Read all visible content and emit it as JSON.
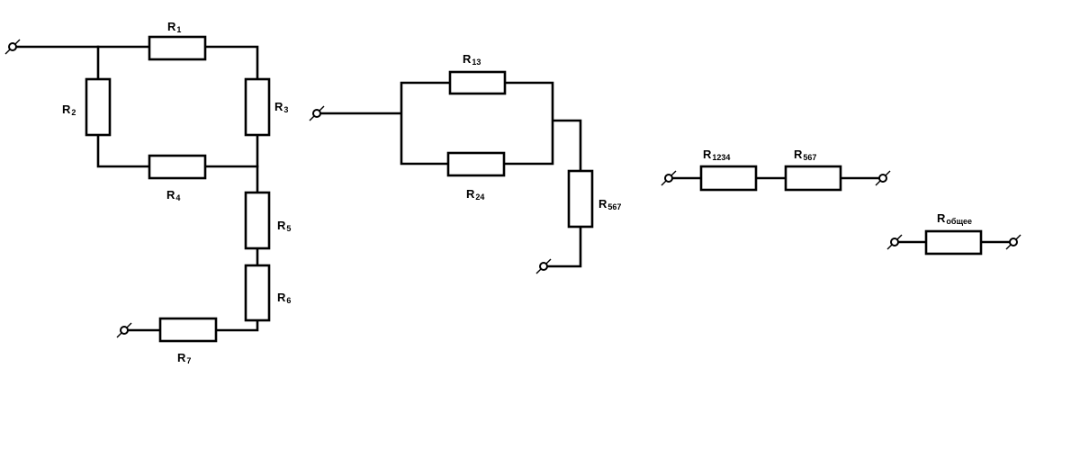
{
  "labels": {
    "r1": {
      "main": "R",
      "sub": "1"
    },
    "r2": {
      "main": "R",
      "sub": "2"
    },
    "r3": {
      "main": "R",
      "sub": "3"
    },
    "r4": {
      "main": "R",
      "sub": "4"
    },
    "r5": {
      "main": "R",
      "sub": "5"
    },
    "r6": {
      "main": "R",
      "sub": "6"
    },
    "r7": {
      "main": "R",
      "sub": "7"
    },
    "r13": {
      "main": "R",
      "sub": "13"
    },
    "r24": {
      "main": "R",
      "sub": "24"
    },
    "r567a": {
      "main": "R",
      "sub": "567"
    },
    "r1234": {
      "main": "R",
      "sub": "1234"
    },
    "r567b": {
      "main": "R",
      "sub": "567"
    },
    "rtot": {
      "main": "R",
      "sub": "общее"
    }
  }
}
